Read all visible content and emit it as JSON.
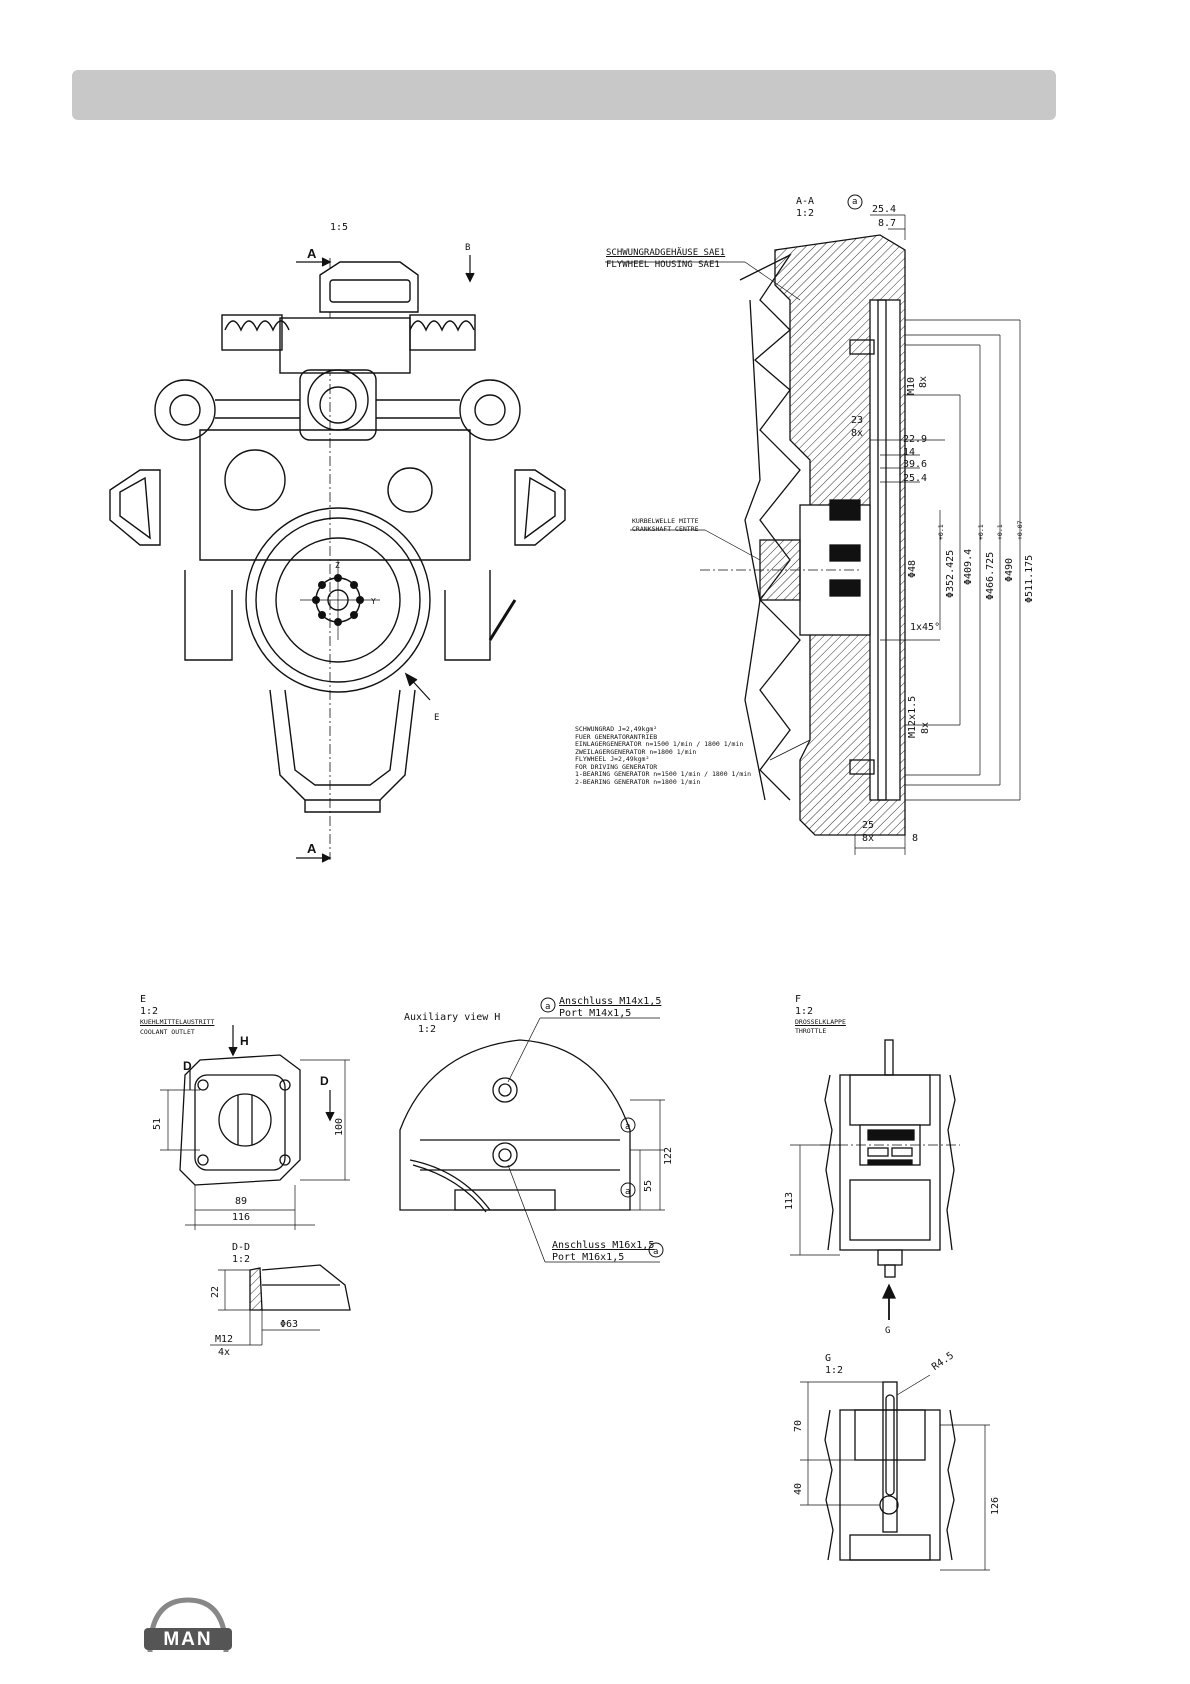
{
  "engine_view": {
    "scale": "1:5",
    "section_a_top": "A",
    "section_a_bottom": "A",
    "view_b": "B",
    "view_e": "E",
    "axis_z": "Z",
    "axis_y": "Y"
  },
  "section_aa": {
    "title": "A-A",
    "scale": "1:2",
    "ref_marker": "a",
    "housing_label_de": "SCHWUNGRADGEHÄUSE SAE1",
    "housing_label_en": "FLYWHEEL HOUSING SAE1",
    "crank_label_de": "KURBELWELLE MITTE",
    "crank_label_en": "CRANKSHAFT CENTRE",
    "flywheel_note": [
      "SCHWUNGRAD J=2,49kgm²",
      "FUER GENERATORANTRIEB",
      "EINLAGERGENERATOR n=1500 1/min / 1800 1/min",
      "ZWEILAGERGENERATOR n=1800 1/min",
      "FLYWHEEL J=2,49kgm²",
      "FOR DRIVING GENERATOR",
      "1-BEARING GENERATOR n=1500 1/min / 1800 1/min",
      "2-BEARING GENERATOR n=1800 1/min"
    ],
    "dims": {
      "d25_4_top": "25.4",
      "d8_7": "8.7",
      "m10": "M10",
      "m10_count": "8x",
      "d23": "23",
      "d23_count": "8x",
      "d22_9": "22.9",
      "d14": "14",
      "d39_6": "39.6",
      "d25_4": "25.4",
      "phi48": "Φ48",
      "phi352": "Φ352.425",
      "phi352_tol": "+0.1",
      "phi409": "Φ409.4",
      "phi466": "Φ466.725",
      "phi466_tol": "+0.1",
      "phi490": "Φ490",
      "phi490_tol": "+0.1",
      "phi511": "Φ511.175",
      "phi511_tol": "+0.07",
      "chamfer": "1x45°",
      "m12": "M12x1.5",
      "m12_count": "8x",
      "d25_bottom": "25",
      "d25_bottom_count": "8x",
      "d8_bottom": "8"
    }
  },
  "view_e": {
    "title": "E",
    "scale": "1:2",
    "label_de": "KUEHLMITTELAUSTRITT",
    "label_en": "COOLANT OUTLET",
    "marker_h": "H",
    "marker_d_left": "D",
    "marker_d_right": "D",
    "dim_51": "51",
    "dim_100": "100",
    "dim_89": "89",
    "dim_116": "116"
  },
  "section_dd": {
    "title": "D-D",
    "scale": "1:2",
    "dim_22": "22",
    "dim_63": "Φ63",
    "thread": "M12",
    "thread_count": "4x"
  },
  "aux_view_h": {
    "title": "Auxiliary view H",
    "scale": "1:2",
    "port_top_de": "Anschluss M14x1,5",
    "port_top_en": "Port M14x1,5",
    "port_bottom_de": "Anschluss M16x1,5",
    "port_bottom_en": "Port M16x1,5",
    "marker": "a",
    "dim_122": "122",
    "dim_55": "55"
  },
  "view_f": {
    "title": "F",
    "scale": "1:2",
    "label_de": "DROSSELKLAPPE",
    "label_en": "THROTTLE",
    "dim_113": "113",
    "view_g_arrow": "G"
  },
  "view_g": {
    "title": "G",
    "scale": "1:2",
    "radius": "R4.5",
    "dim_70": "70",
    "dim_40": "40",
    "dim_126": "126"
  },
  "logo": {
    "text": "MAN"
  }
}
